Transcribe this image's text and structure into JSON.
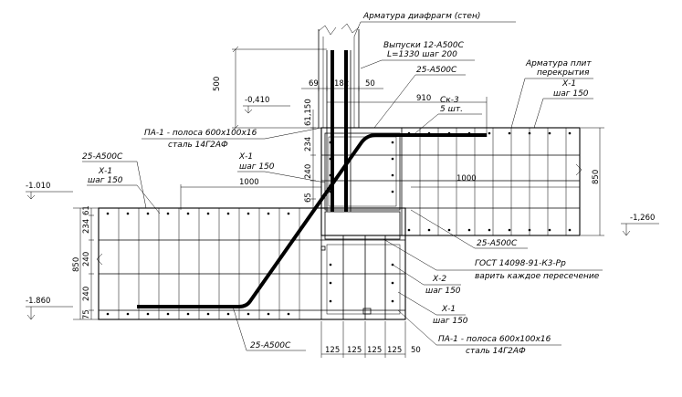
{
  "labels": {
    "wall_rebar": "Арматура диафрагм (стен)",
    "outlets_1": "Выпуски 12-А500С",
    "outlets_2": "L=1330 шаг 200",
    "slab_rebar_1": "Арматура плит",
    "slab_rebar_2": "перекрытия",
    "pa_top_1": "ПА-1 - полоса 600х100х16",
    "pa_top_2": "сталь 14Г2АФ",
    "pa_bot_1": "ПА-1 - полоса 600х100х16",
    "pa_bot_2": "сталь 14Г2АФ",
    "bar_25_top": "25-А500С",
    "bar_25_left": "25-А500С",
    "bar_25_right": "25-А500С",
    "bar_25_bottom": "25-А500С",
    "sk3_1": "Ск-3",
    "sk3_2": "5 шт.",
    "x1_left_1": "Х-1",
    "x1_left_2": "шаг 150",
    "x1_mid_1": "Х-1",
    "x1_mid_2": "шаг 150",
    "x1_right_1": "Х-1",
    "x1_right_2": "шаг 150",
    "x1_bot_1": "Х-1",
    "x1_bot_2": "шаг 150",
    "x2_1": "Х-2",
    "x2_2": "шаг 150",
    "gost_1": "ГОСТ 14098-91-К3-Рр",
    "gost_2": "варить каждое пересечение"
  },
  "levels": {
    "l_0410": "-0,410",
    "l_1010": "-1.010",
    "l_1260": "-1,260",
    "l_1860": "-1.860"
  },
  "dims": {
    "d500": "500",
    "d69": "69",
    "d182": "182",
    "d50_top": "50",
    "d910": "910",
    "d61_150": "61,150",
    "d234_a": "234",
    "d240_a": "240",
    "d65": "65",
    "d1000_a": "1000",
    "d1000_b": "1000",
    "d850_right": "850",
    "d61": "61",
    "d234_b": "234",
    "d240_b": "240",
    "d240_c": "240",
    "d75": "75",
    "d850_left": "850",
    "d125_1": "125",
    "d125_2": "125",
    "d125_3": "125",
    "d125_4": "125",
    "d50_bot": "50"
  }
}
